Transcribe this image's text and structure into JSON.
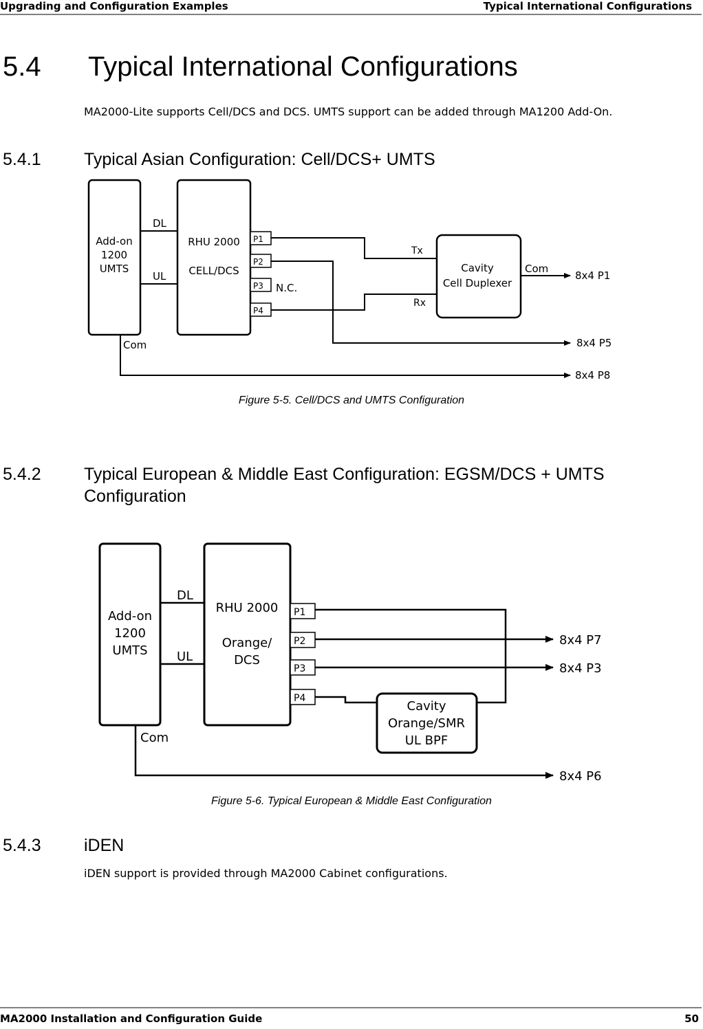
{
  "header": {
    "left": "Upgrading and Configuration Examples",
    "right": "Typical International Configurations"
  },
  "section": {
    "number": "5.4",
    "title": "Typical International Configurations",
    "intro": "MA2000-Lite supports Cell/DCS and DCS. UMTS support can be added through MA1200 Add-On."
  },
  "sub1": {
    "number": "5.4.1",
    "title": "Typical Asian Configuration: Cell/DCS+ UMTS",
    "caption": "Figure 5-5. Cell/DCS and UMTS Configuration",
    "diagram": {
      "addon": [
        "Add-on",
        "1200",
        "UMTS"
      ],
      "rhu": [
        "RHU 2000",
        "CELL/DCS"
      ],
      "dl": "DL",
      "ul": "UL",
      "ports": [
        "P1",
        "P2",
        "P3",
        "P4"
      ],
      "nc": "N.C.",
      "tx": "Tx",
      "rx": "Rx",
      "cavity": [
        "Cavity",
        "Cell Duplexer"
      ],
      "com_cavity": "Com",
      "com": "Com",
      "out1": "8x4 P1",
      "out2": "8x4 P5",
      "out3": "8x4 P8"
    }
  },
  "sub2": {
    "number": "5.4.2",
    "title_line1": "Typical European & Middle East Configuration: EGSM/DCS + UMTS",
    "title_line2": "Configuration",
    "caption": "Figure 5-6. Typical European & Middle East Configuration",
    "diagram": {
      "addon": [
        "Add-on",
        "1200",
        "UMTS"
      ],
      "rhu": [
        "RHU 2000",
        "Orange/",
        "DCS"
      ],
      "dl": "DL",
      "ul": "UL",
      "ports": [
        "P1",
        "P2",
        "P3",
        "P4"
      ],
      "cavity": [
        "Cavity",
        "Orange/SMR",
        "UL BPF"
      ],
      "com": "Com",
      "out1": "8x4 P7",
      "out2": "8x4 P3",
      "out3": "8x4 P6"
    }
  },
  "sub3": {
    "number": "5.4.3",
    "title": "iDEN",
    "text": "iDEN support is provided through MA2000 Cabinet configurations."
  },
  "footer": {
    "left": "MA2000 Installation and Configuration Guide",
    "page": "50"
  }
}
